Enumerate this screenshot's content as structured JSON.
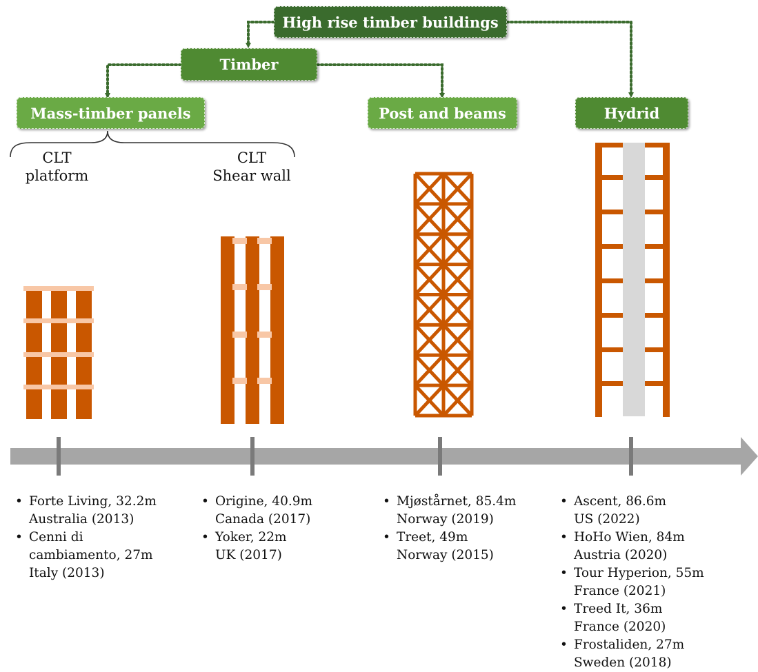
{
  "boxes": {
    "root": "High rise timber buildings",
    "timber": "Timber",
    "mass_timber": "Mass-timber panels",
    "post_beams": "Post and beams",
    "hybrid": "Hydrid"
  },
  "subtypes": [
    {
      "line1": "CLT",
      "line2": "platform"
    },
    {
      "line1": "CLT",
      "line2": "Shear wall"
    }
  ],
  "colors": {
    "timber_orange": "#c95700",
    "floor_pink": "#f8c7a6",
    "core_grey": "#d8d8d8",
    "timeline_grey": "#a6a6a6",
    "tick_grey": "#7a7a7a",
    "connector_green": "#3a6b2d"
  },
  "lists": [
    [
      {
        "line1": "Forte Living, 32.2m",
        "line2": "Australia (2013)"
      },
      {
        "line1": "Cenni di",
        "line2": "cambiamento, 27m",
        "line3": "Italy (2013)"
      }
    ],
    [
      {
        "line1": "Origine, 40.9m",
        "line2": "Canada (2017)"
      },
      {
        "line1": "Yoker, 22m",
        "line2": "UK (2017)"
      }
    ],
    [
      {
        "line1": "Mjøstårnet, 85.4m",
        "line2": "Norway (2019)"
      },
      {
        "line1": "Treet, 49m",
        "line2": "Norway (2015)"
      }
    ],
    [
      {
        "line1": "Ascent, 86.6m",
        "line2": "US (2022)"
      },
      {
        "line1": "HoHo Wien, 84m",
        "line2": "Austria (2020)"
      },
      {
        "line1": "Tour Hyperion, 55m",
        "line2": "France (2021)"
      },
      {
        "line1": "Treed It, 36m",
        "line2": "France (2020)"
      },
      {
        "line1": "Frostaliden, 27m",
        "line2": "Sweden (2018)"
      }
    ]
  ]
}
